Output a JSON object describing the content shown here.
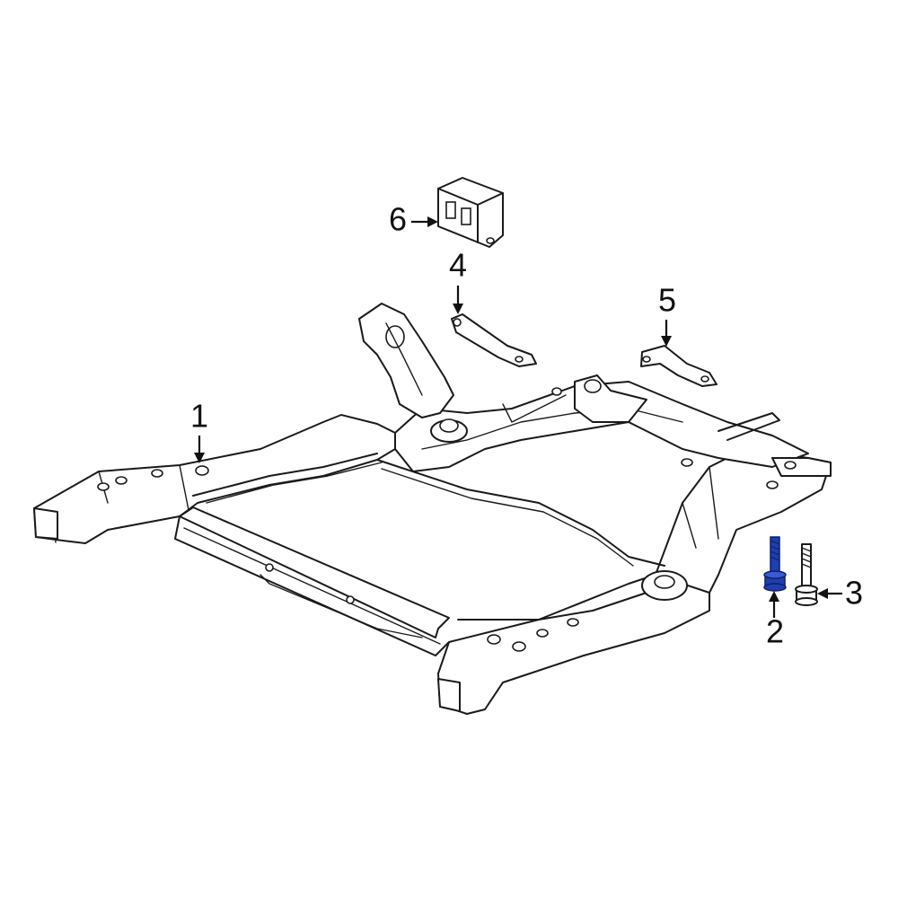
{
  "callouts": [
    {
      "id": "1",
      "label": "1",
      "part": "subframe"
    },
    {
      "id": "2",
      "label": "2",
      "part": "bolt-highlighted"
    },
    {
      "id": "3",
      "label": "3",
      "part": "bolt"
    },
    {
      "id": "4",
      "label": "4",
      "part": "bracket"
    },
    {
      "id": "5",
      "label": "5",
      "part": "bracket"
    },
    {
      "id": "6",
      "label": "6",
      "part": "mount"
    }
  ],
  "colors": {
    "line": "#1a1a1a",
    "highlight": "#1f3fae",
    "background": "#ffffff"
  }
}
